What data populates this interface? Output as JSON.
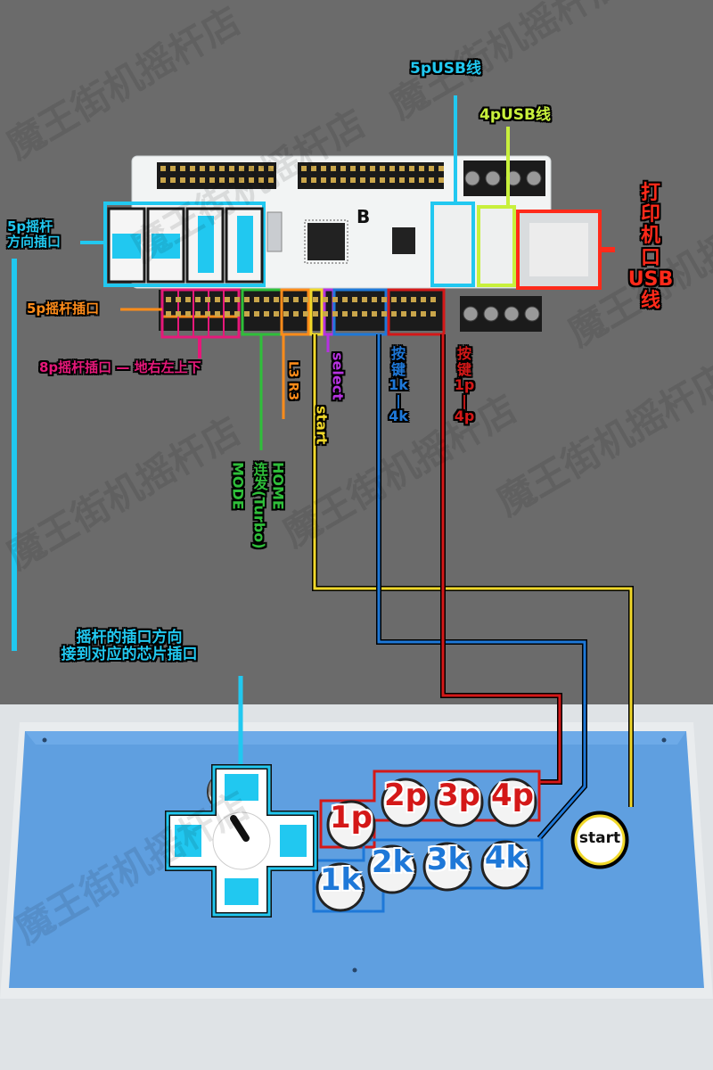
{
  "watermark": "魔王街机摇杆店",
  "colors": {
    "cyan": "#21c8f0",
    "lime": "#c8f03c",
    "red": "#ff2a1a",
    "orange": "#ff8c1a",
    "magenta": "#e6187a",
    "green": "#2fbf3a",
    "yellow": "#f0d82a",
    "purple": "#b632e0",
    "blue": "#1e78d8",
    "darkred": "#d41818"
  },
  "board": {
    "chip_label": "B",
    "usb5_label": "5pUSB线",
    "usb4_label": "4pUSB线",
    "printer_usb_label": "打\n印\n机\n口\nUSB\n线",
    "stick5_dir_label": "5p摇杆\n方向插口",
    "stick5_label": "5p摇杆插口",
    "stick8_label": "8p摇杆插口 — 地右左上下",
    "l3r3_label": "L3 R3",
    "start_label": "start",
    "select_label": "select",
    "turbo_label": "连发(Turbo)",
    "home_label": "HOME",
    "mode_label": "MODE",
    "kick_label": "按\n键\n1k\n|\n4k",
    "punch_label": "按\n键\n1p\n|\n4p"
  },
  "note": "摇杆的插口方向\n接到对应的芯片插口",
  "buttons": {
    "punch": [
      "1p",
      "2p",
      "3p",
      "4p"
    ],
    "kick": [
      "1k",
      "2k",
      "3k",
      "4k"
    ],
    "start": "start"
  }
}
